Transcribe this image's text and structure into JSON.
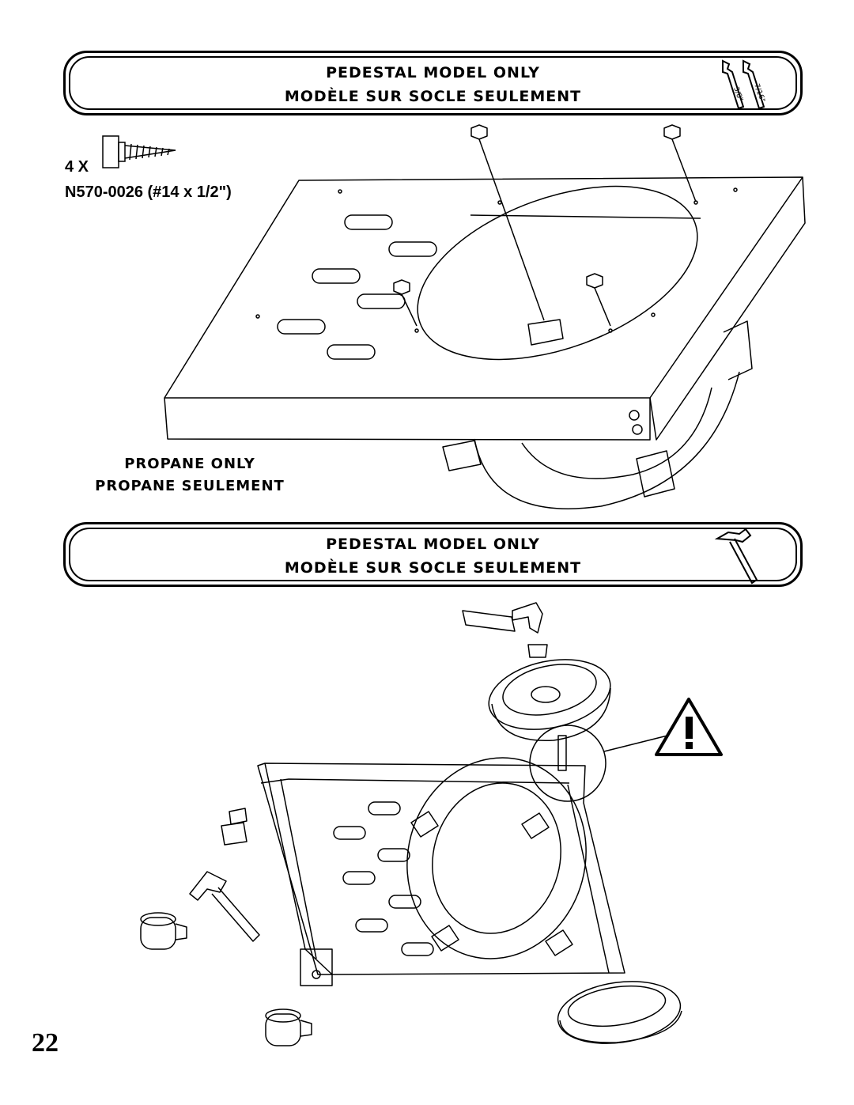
{
  "banner_top": {
    "line1": "PEDESTAL MODEL ONLY",
    "line2": "MODÈLE SUR SOCLE SEULEMENT",
    "tool_icon": "wrench-icon",
    "wrench_sizes": [
      "3/8\"",
      "7/16\""
    ]
  },
  "fastener": {
    "quantity": "4 X",
    "part_number": "N570-0026 (#14 x 1/2\")",
    "icon": "screw-icon"
  },
  "propane_note": {
    "line1": "PROPANE ONLY",
    "line2": "PROPANE SEULEMENT"
  },
  "banner_bottom": {
    "line1": "PEDESTAL MODEL ONLY",
    "line2": "MODÈLE SUR SOCLE SEULEMENT",
    "tool_icon": "hammer-icon"
  },
  "warning_icon": "warning-triangle-icon",
  "page_number": "22"
}
